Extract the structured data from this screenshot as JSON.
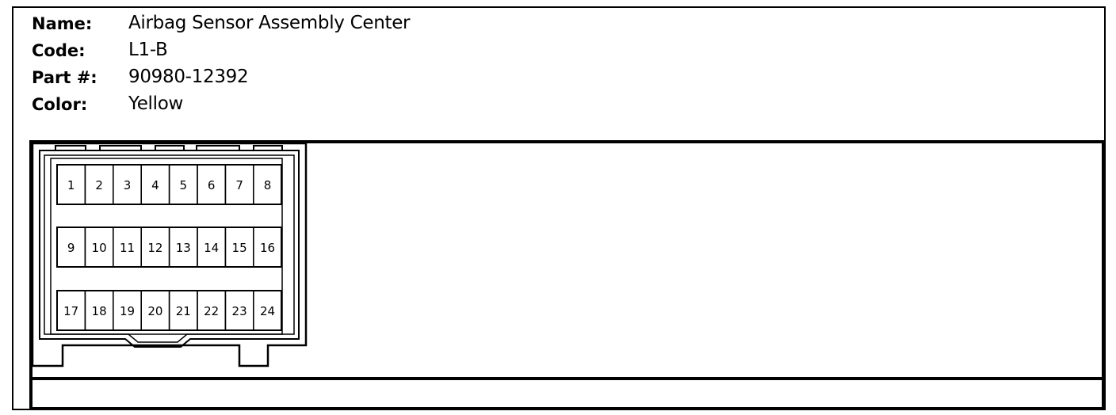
{
  "connector": {
    "name_label": "Name:",
    "name_value": "Airbag Sensor Assembly Center",
    "code_label": "Code:",
    "code_value": "L1-B",
    "part_label": "Part #:",
    "part_value": "90980-12392",
    "color_label": "Color:",
    "color_value": "Yellow"
  },
  "pins": [
    [
      "1",
      "2",
      "3",
      "4",
      "5",
      "6",
      "7",
      "8"
    ],
    [
      "9",
      "10",
      "11",
      "12",
      "13",
      "14",
      "15",
      "16"
    ],
    [
      "17",
      "18",
      "19",
      "20",
      "21",
      "22",
      "23",
      "24"
    ]
  ]
}
